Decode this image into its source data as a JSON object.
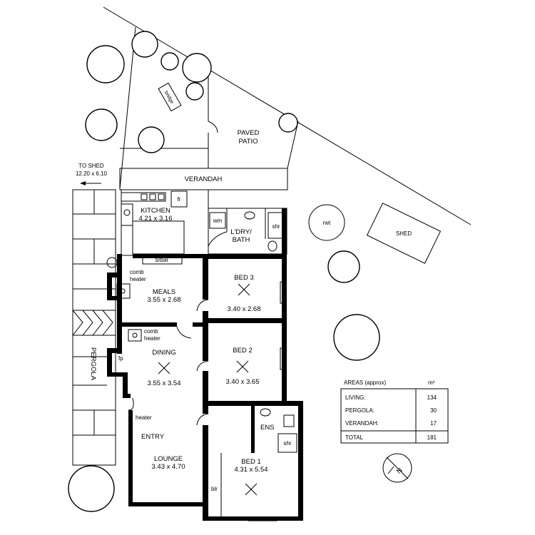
{
  "rooms": {
    "kitchen": {
      "name": "KITCHEN",
      "dims": "4.21 x 3.16"
    },
    "meals": {
      "name": "MEALS",
      "dims": "3.55 x 2.68"
    },
    "dining": {
      "name": "DINING",
      "dims": "3.55 x 3.54"
    },
    "lounge": {
      "name": "LOUNGE",
      "dims": "3.43 x 4.70"
    },
    "bed3": {
      "name": "BED 3",
      "dims": "3.40 x 2.68"
    },
    "bed2": {
      "name": "BED 2",
      "dims": "3.40 x 3.65"
    },
    "bed1": {
      "name": "BED 1",
      "dims": "4.31 x 5.54"
    },
    "laundry": {
      "line1": "L'DRY/",
      "line2": "BATH"
    },
    "ensuite": {
      "name": "ENS"
    },
    "entry": {
      "name": "ENTRY"
    }
  },
  "outdoor": {
    "verandah": "VERANDAH",
    "patio": {
      "line1": "PAVED",
      "line2": "PATIO"
    },
    "pergola": "PERGOLA",
    "shed": "SHED",
    "rwt": "rwt",
    "bridge": "bridge",
    "to_shed": {
      "line1": "TO SHED",
      "line2": "12.20 x 6.10"
    }
  },
  "fixtures": {
    "fr": "fr",
    "bbar": "b/bar",
    "wm": "wm",
    "shr": "shr",
    "comb_heater_1": {
      "line1": "comb",
      "line2": "heater"
    },
    "comb_heater_2": {
      "line1": "comb",
      "line2": "heater"
    },
    "fp": "fp",
    "heater": "heater",
    "blr": "blr",
    "ens_shr": "shr"
  },
  "areas": {
    "title": "AREAS (approx)",
    "unit": "m²",
    "rows": [
      {
        "label": "LIVING:",
        "value": "134"
      },
      {
        "label": "PERGOLA:",
        "value": "30"
      },
      {
        "label": "VERANDAH:",
        "value": "17"
      }
    ],
    "total_label": "TOTAL",
    "total_value": "181"
  },
  "compass": {
    "label": "N"
  }
}
